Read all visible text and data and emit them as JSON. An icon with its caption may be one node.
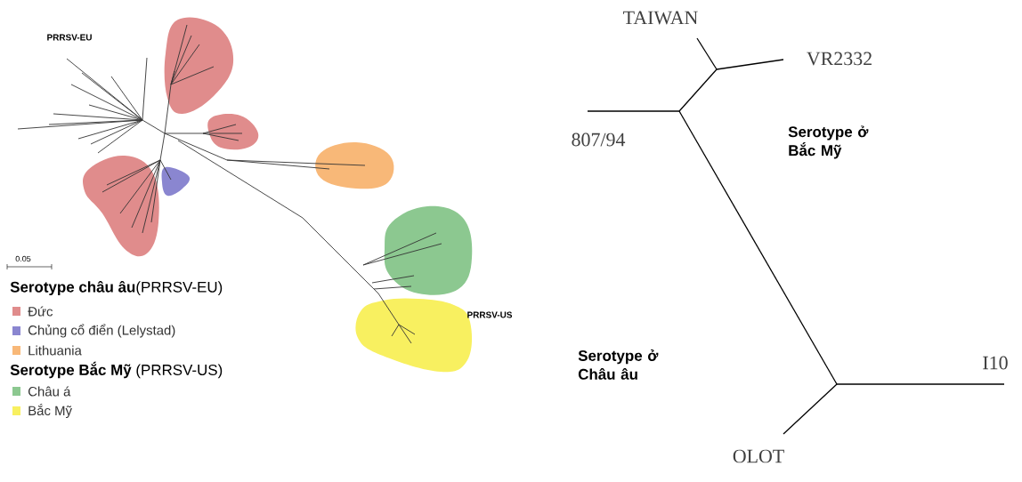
{
  "diagram": {
    "labels": [
      "PRRSV-EU",
      "PRRSV-US",
      "0.05",
      "**Serotype châu âu**(PRRSV-EU)",
      "**Serotype Bắc Mỹ** (PRRSV-US)",
      "TAIWAN",
      "VR2332",
      "807/94",
      "Serotype ở Bắc Mỹ",
      "Serotype ở Châu âu",
      "I10",
      "OLOT"
    ],
    "legend": [
      {
        "text": "Đức",
        "color": "#e08c8c"
      },
      {
        "text": "Chủng cổ điển (Lelystad)",
        "color": "#8a86d0"
      },
      {
        "text": "Lithuania",
        "color": "#f8b878"
      },
      {
        "text": "Châu á",
        "color": "#8cc890"
      },
      {
        "text": "Bắc Mỹ",
        "color": "#f8f060"
      }
    ]
  }
}
